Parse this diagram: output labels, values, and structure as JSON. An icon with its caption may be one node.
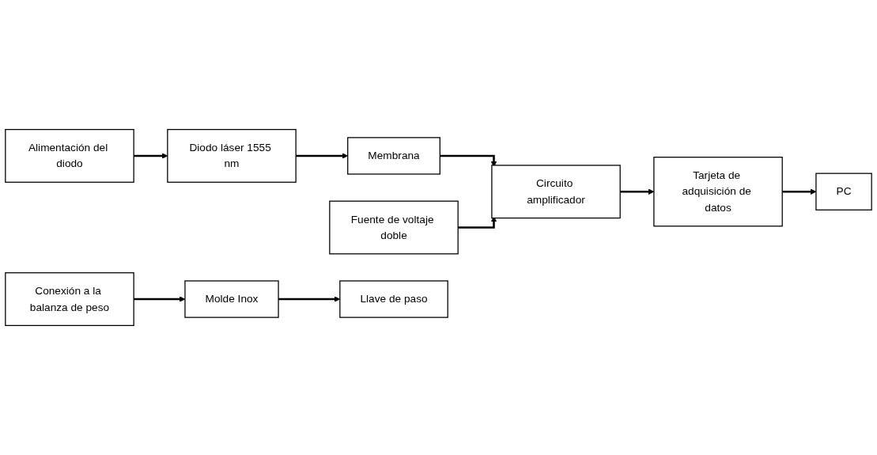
{
  "diagram": {
    "nodes": [
      {
        "text": [
          "Alimentación del diodo"
        ]
      },
      {
        "text": [
          "Diodo láser 1555 nm"
        ]
      },
      {
        "text": [
          "Fuente de voltaje doble"
        ]
      },
      {
        "text": [
          "Membrana"
        ]
      },
      {
        "text": [
          "Circuito amplificador"
        ]
      },
      {
        "text": [
          "Tarjeta de adquisición de datos"
        ]
      },
      {
        "text": [
          "PC"
        ]
      },
      {
        "text": [
          "Molde Inox"
        ]
      },
      {
        "text": [
          "Llave de paso"
        ]
      },
      {
        "text": [
          "Conexión a la balanza de peso"
        ]
      }
    ],
    "edges": [
      {
        "from": 0,
        "to": 1,
        "arrow": "to"
      },
      {
        "from": 1,
        "to": 3,
        "arrow": "to"
      },
      {
        "from": 3,
        "to": 4,
        "arrow": "to"
      },
      {
        "from": 2,
        "to": 4,
        "arrow": "to"
      },
      {
        "from": 4,
        "to": 5,
        "arrow": "to"
      },
      {
        "from": 5,
        "to": 6,
        "arrow": "to"
      },
      {
        "from": 9,
        "to": 7,
        "arrow": "to"
      },
      {
        "from": 7,
        "to": 8,
        "arrow": "to"
      }
    ]
  }
}
